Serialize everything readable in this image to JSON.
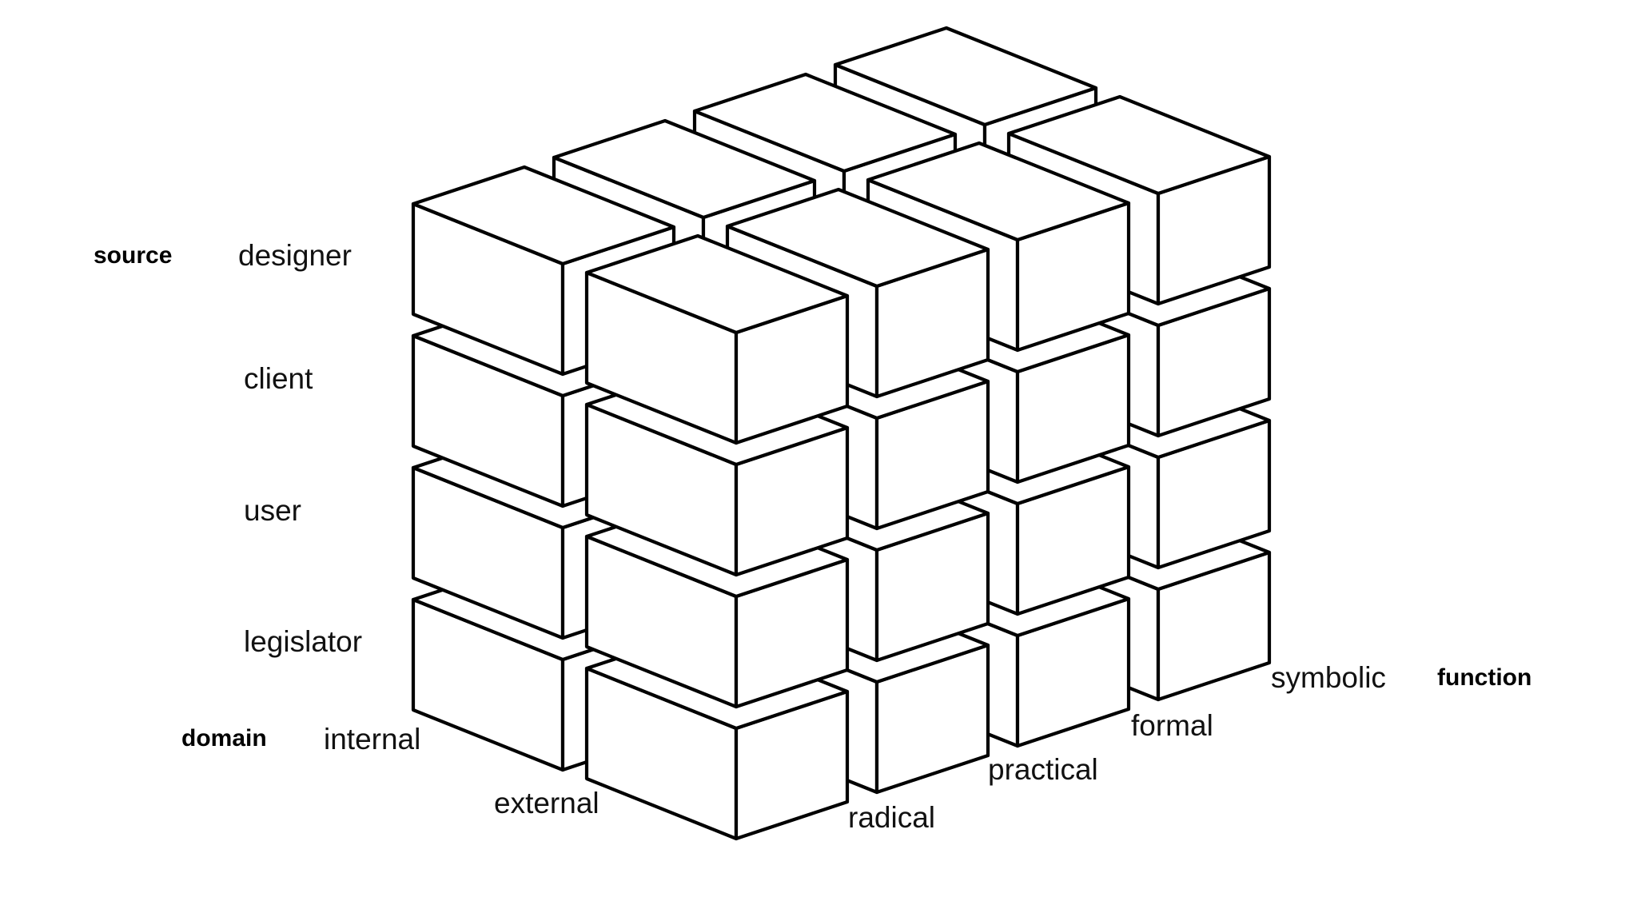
{
  "diagram": {
    "axes": {
      "source": {
        "name": "source",
        "levels": [
          "designer",
          "client",
          "user",
          "legislator"
        ]
      },
      "domain": {
        "name": "domain",
        "levels": [
          "internal",
          "external"
        ]
      },
      "function": {
        "name": "function",
        "levels": [
          "radical",
          "practical",
          "formal",
          "symbolic"
        ]
      }
    },
    "colors": {
      "stroke": "#000000",
      "fill": "#ffffff",
      "background": "#ffffff"
    }
  }
}
